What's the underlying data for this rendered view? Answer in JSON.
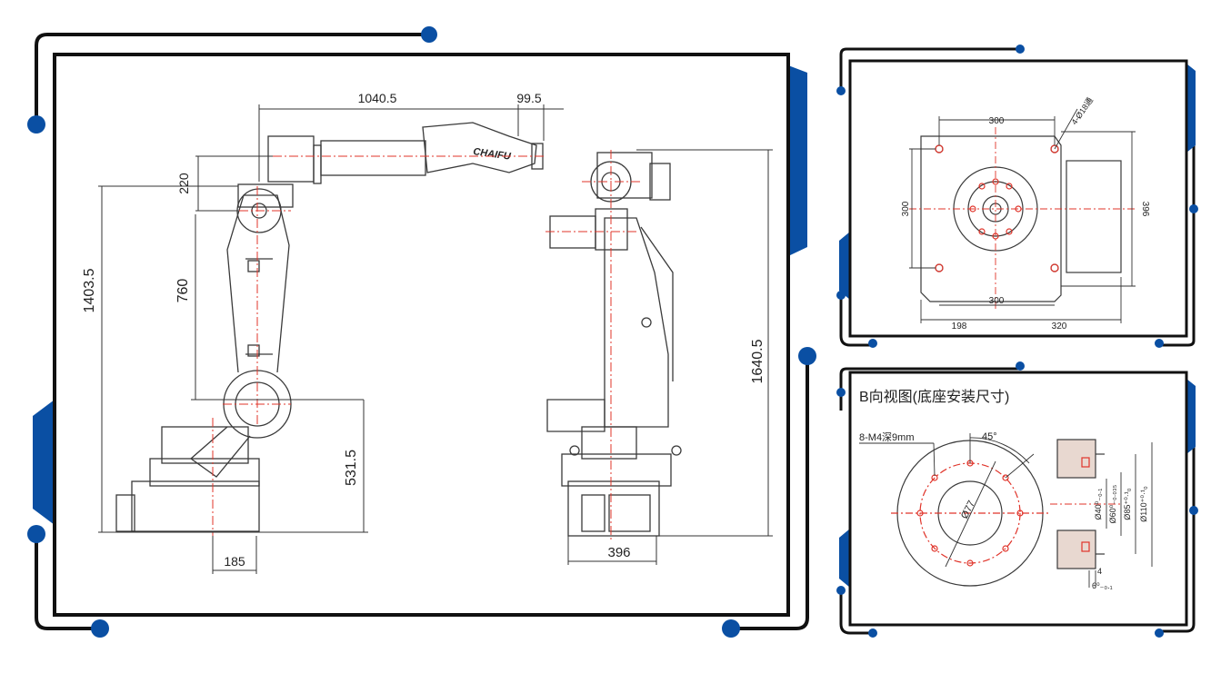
{
  "colors": {
    "frame": "#111111",
    "accent": "#0a4fa3",
    "centerline": "#e0342a",
    "drawing": "#3a3a3a"
  },
  "side_view": {
    "dim_reach": "1040.5",
    "dim_wrist": "99.5",
    "dim_upper": "220",
    "dim_total_height": "1403.5",
    "dim_lower_arm": "760",
    "dim_shoulder_height": "531.5",
    "dim_base_offset": "185",
    "logo_text": "CHAIFU"
  },
  "front_view": {
    "dim_height": "1640.5",
    "dim_width": "396"
  },
  "top_view": {
    "dim_top": "300",
    "dim_holes": "4-Ø18通",
    "dim_left": "300",
    "dim_right": "396",
    "dim_bottom_inner": "300",
    "dim_bottom_left": "198",
    "dim_bottom_right": "320"
  },
  "base_view": {
    "title": "B向视图(底座安装尺寸)",
    "thread_label": "8-M4深9mm",
    "angle": "45°",
    "pcd": "Ø77",
    "dia_1": "Ø40⁰₋₀.₁",
    "dia_2": "Ø60⁰₋₀.₀₃₅",
    "dia_3": "Ø85⁺⁰·¹₀",
    "dia_4": "Ø110⁺⁰·¹₀",
    "depth_1": "4",
    "depth_2": "6⁰₋₀.₁"
  }
}
